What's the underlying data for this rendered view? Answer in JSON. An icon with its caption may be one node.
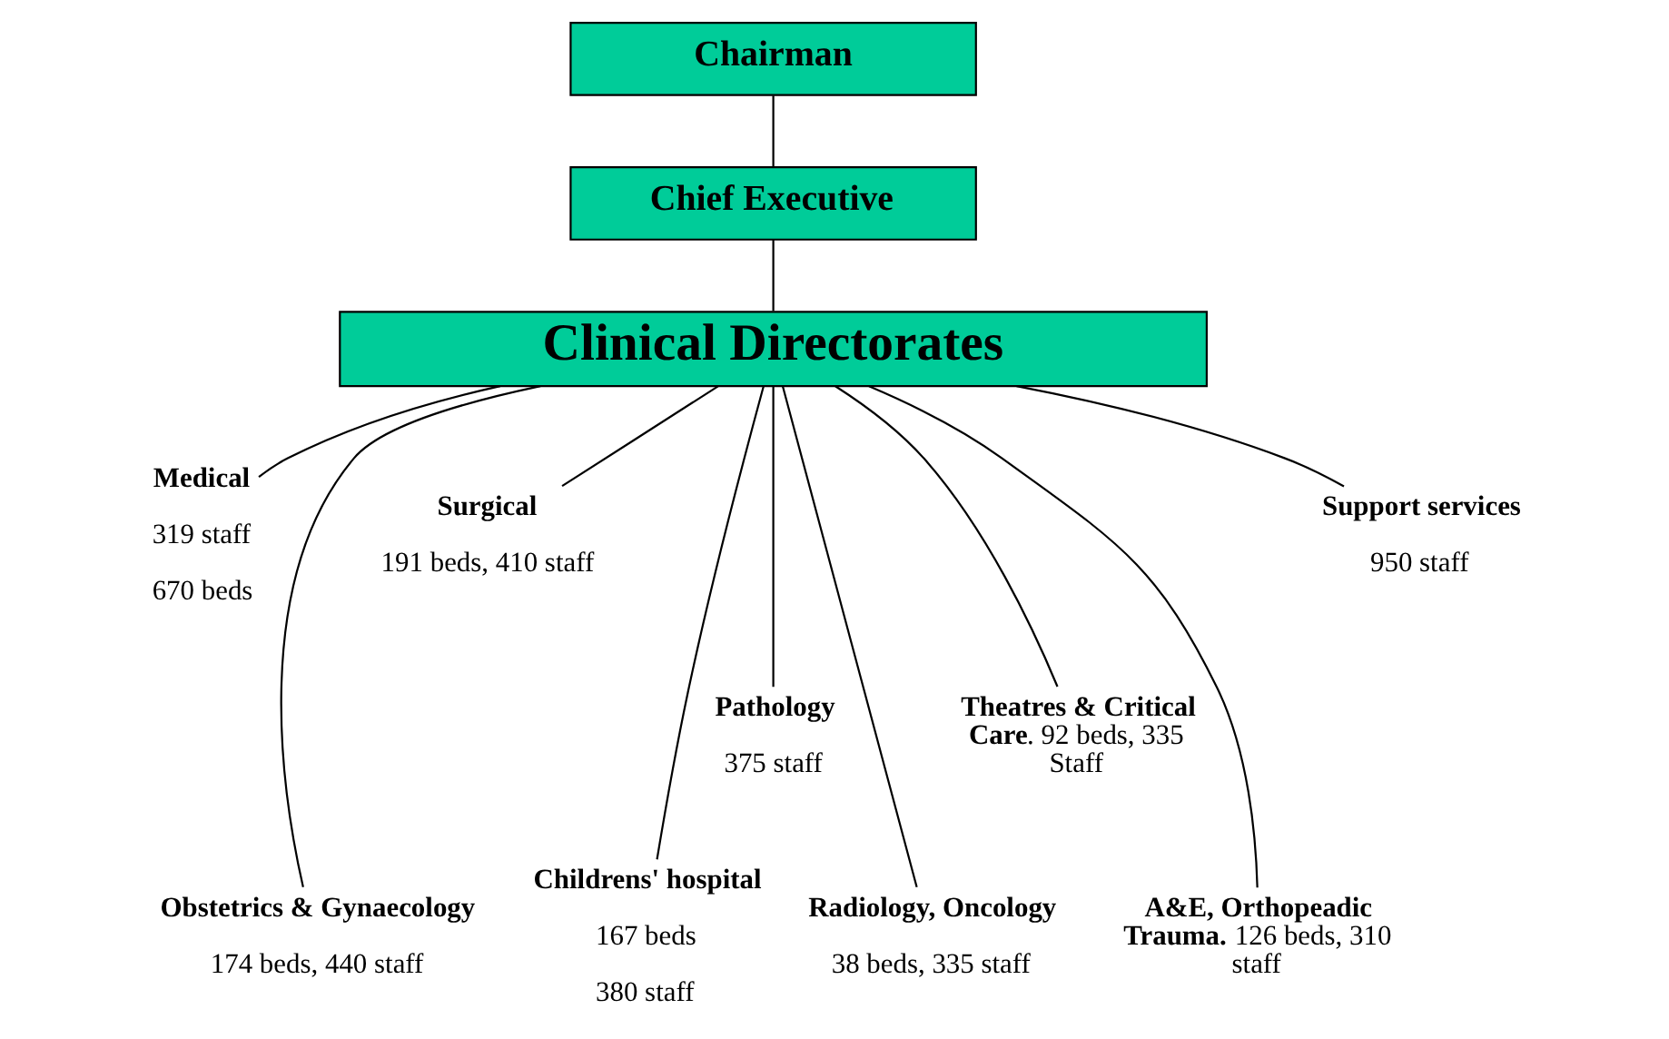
{
  "diagram": {
    "nodes": [
      {
        "text": [
          "Chairman"
        ]
      },
      {
        "text": [
          "Chief Executive"
        ]
      },
      {
        "text": [
          "Clinical Directorates"
        ]
      },
      {
        "text": [
          "Medical",
          "319 staff",
          "670 beds"
        ]
      },
      {
        "text": [
          "Obstetrics & Gynaecology",
          "174 beds, 440 staff"
        ]
      },
      {
        "text": [
          "Surgical",
          "191 beds, 410 staff"
        ]
      },
      {
        "text": [
          "Childrens' hospital",
          "167 beds",
          "380 staff"
        ]
      },
      {
        "text": [
          "Pathology",
          "375 staff"
        ]
      },
      {
        "text": [
          "Radiology, Oncology",
          "38 beds, 335 staff"
        ]
      },
      {
        "text": [
          "**Theatres & Critical Care**. 92 beds, 335 Staff"
        ]
      },
      {
        "text": [
          "**A&E, Orthopeadic Trauma.** 126 beds, 310 staff"
        ]
      },
      {
        "text": [
          "Support services",
          "950 staff"
        ]
      }
    ],
    "edges": [
      {
        "from": 0,
        "to": 1,
        "arrow": "none"
      },
      {
        "from": 1,
        "to": 2,
        "arrow": "none"
      },
      {
        "from": 2,
        "to": 3,
        "arrow": "none"
      },
      {
        "from": 2,
        "to": 4,
        "arrow": "none"
      },
      {
        "from": 2,
        "to": 5,
        "arrow": "none"
      },
      {
        "from": 2,
        "to": 6,
        "arrow": "none"
      },
      {
        "from": 2,
        "to": 7,
        "arrow": "none"
      },
      {
        "from": 2,
        "to": 8,
        "arrow": "none"
      },
      {
        "from": 2,
        "to": 9,
        "arrow": "none"
      },
      {
        "from": 2,
        "to": 10,
        "arrow": "none"
      },
      {
        "from": 2,
        "to": 11,
        "arrow": "none"
      }
    ]
  }
}
